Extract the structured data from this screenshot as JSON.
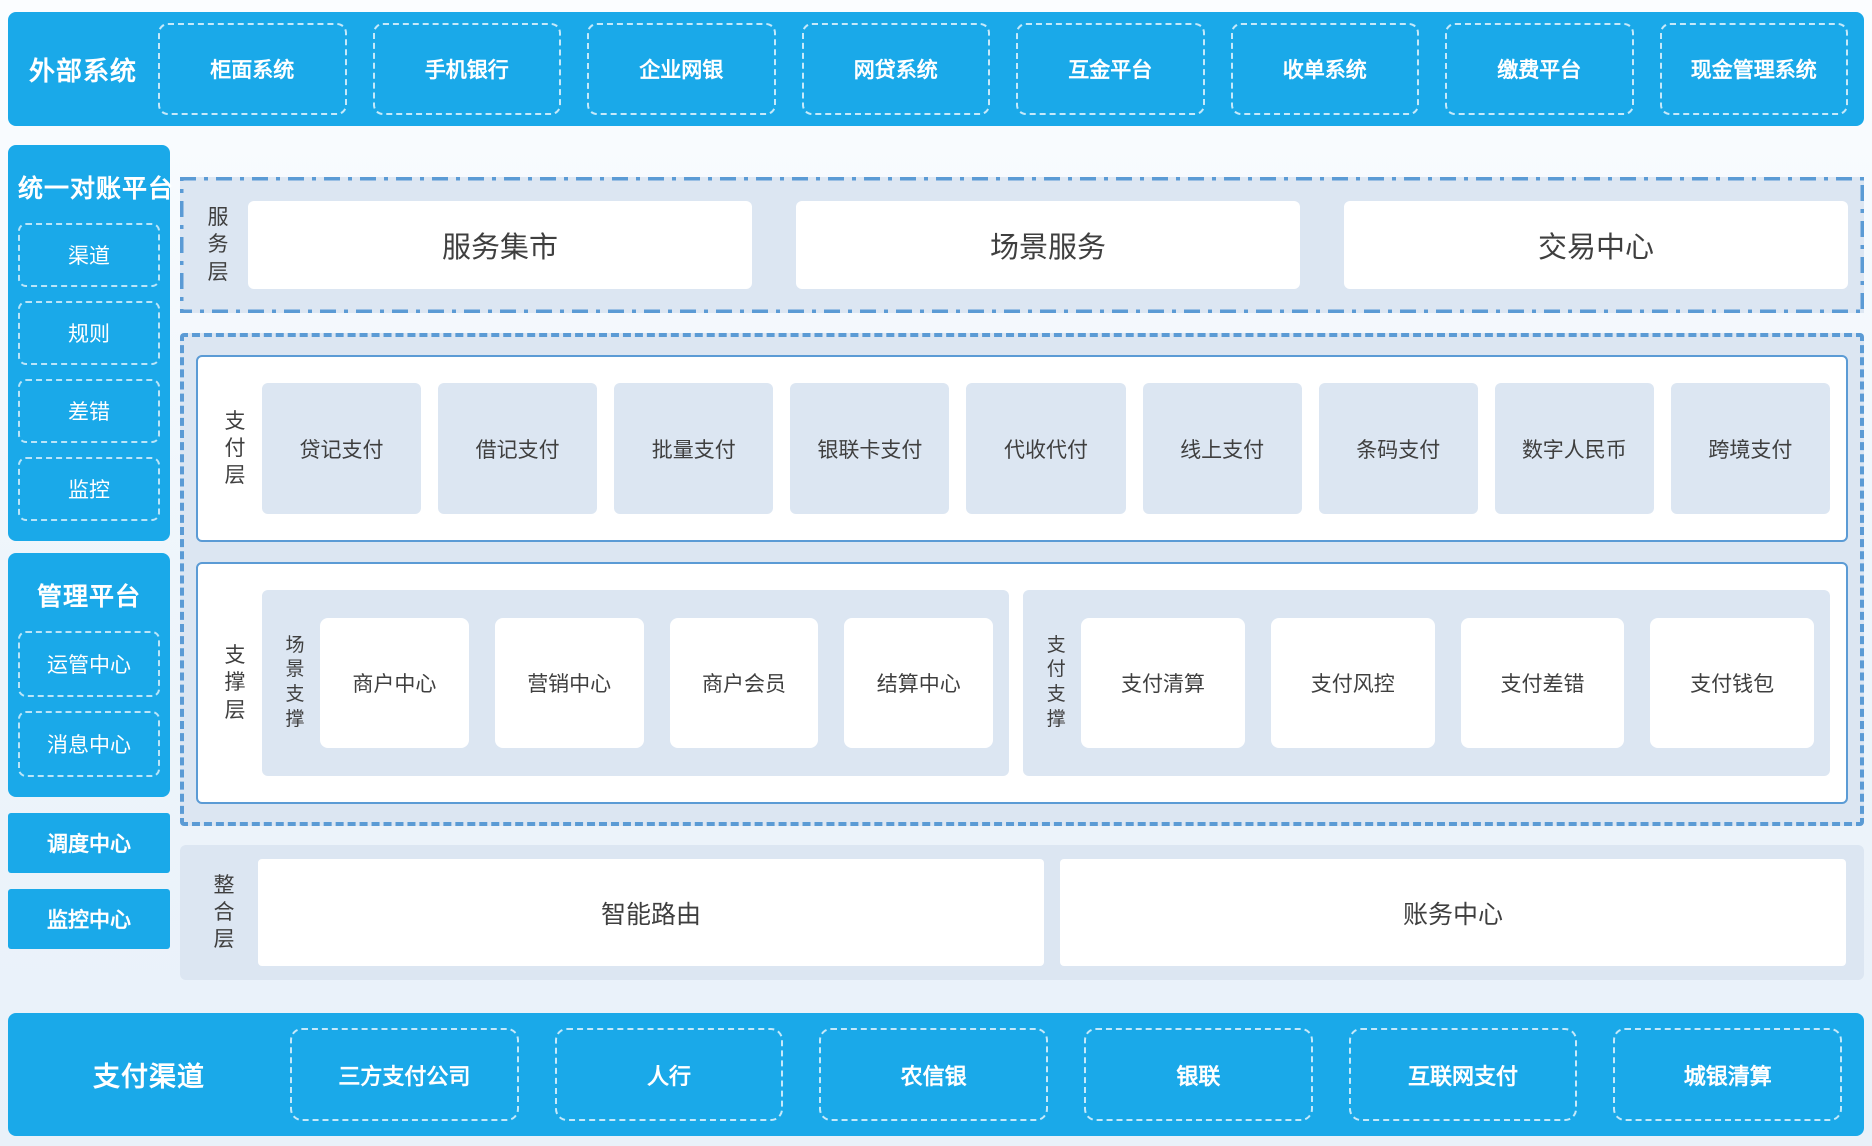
{
  "colors": {
    "accent_blue": "#1aa9e9",
    "layer_border_blue": "#5b9bd5",
    "layer_bg": "#dce6f2",
    "box_bg": "#ffffff",
    "text_dark": "#3f3f3f",
    "text_light": "#ffffff"
  },
  "top_bar": {
    "title": "外部系统",
    "items": [
      "柜面系统",
      "手机银行",
      "企业网银",
      "网贷系统",
      "互金平台",
      "收单系统",
      "缴费平台",
      "现金管理系统"
    ]
  },
  "sidebar": {
    "panels": [
      {
        "title": "统一对账平台",
        "items": [
          "渠道",
          "规则",
          "差错",
          "监控"
        ]
      },
      {
        "title": "管理平台",
        "items": [
          "运管中心",
          "消息中心"
        ]
      }
    ],
    "solo_items": [
      "调度中心",
      "监控中心"
    ]
  },
  "service_layer": {
    "label": "服务层",
    "items": [
      "服务集市",
      "场景服务",
      "交易中心"
    ]
  },
  "payment_layer": {
    "label": "支付层",
    "items": [
      "贷记支付",
      "借记支付",
      "批量支付",
      "银联卡支付",
      "代收代付",
      "线上支付",
      "条码支付",
      "数字人民币",
      "跨境支付"
    ]
  },
  "support_layer": {
    "label": "支撑层",
    "groups": [
      {
        "label": "场景支撑",
        "items": [
          "商户中心",
          "营销中心",
          "商户会员",
          "结算中心"
        ]
      },
      {
        "label": "支付支撑",
        "items": [
          "支付清算",
          "支付风控",
          "支付差错",
          "支付钱包"
        ]
      }
    ]
  },
  "integration_layer": {
    "label": "整合层",
    "items": [
      "智能路由",
      "账务中心"
    ]
  },
  "bottom_bar": {
    "title": "支付渠道",
    "items": [
      "三方支付公司",
      "人行",
      "农信银",
      "银联",
      "互联网支付",
      "城银清算"
    ]
  }
}
